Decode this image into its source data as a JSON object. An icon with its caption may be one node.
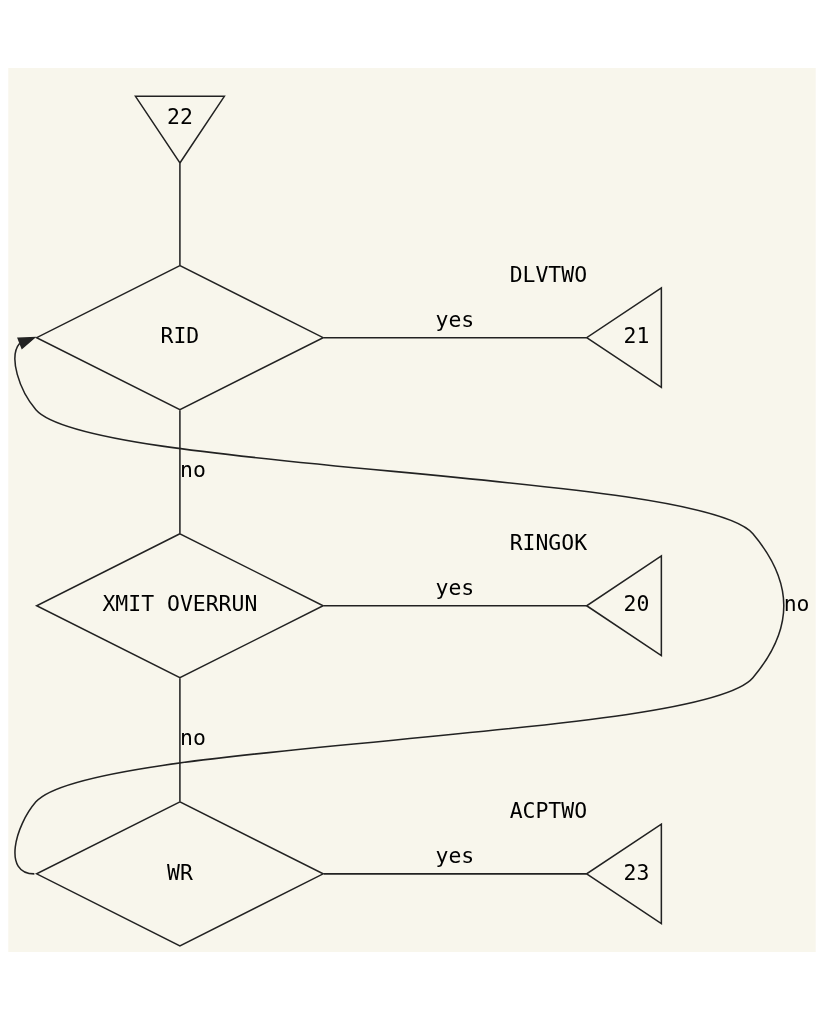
{
  "diagram": {
    "nodes": [
      {
        "text": [
          "22"
        ]
      },
      {
        "text": [
          "RID"
        ]
      },
      {
        "text": [
          "21"
        ],
        "beside": [
          "DLVTWO"
        ]
      },
      {
        "text": [
          "XMIT OVERRUN"
        ]
      },
      {
        "text": [
          "20"
        ],
        "beside": [
          "RINGOK"
        ]
      },
      {
        "text": [
          "WR"
        ]
      },
      {
        "text": [
          "23"
        ],
        "beside": [
          "ACPTWO"
        ]
      }
    ],
    "edges": [
      {
        "from": 0,
        "to": 1,
        "arrow": "none"
      },
      {
        "from": 1,
        "to": 2,
        "arrow": "none",
        "label": "yes"
      },
      {
        "from": 1,
        "to": 3,
        "arrow": "none",
        "label": "no"
      },
      {
        "from": 3,
        "to": 4,
        "arrow": "none",
        "label": "yes"
      },
      {
        "from": 3,
        "to": 5,
        "arrow": "none",
        "label": "no"
      },
      {
        "from": 5,
        "to": 6,
        "arrow": "none",
        "label": "yes"
      },
      {
        "from": 5,
        "to": 1,
        "arrow": "to",
        "label": "no"
      }
    ]
  }
}
